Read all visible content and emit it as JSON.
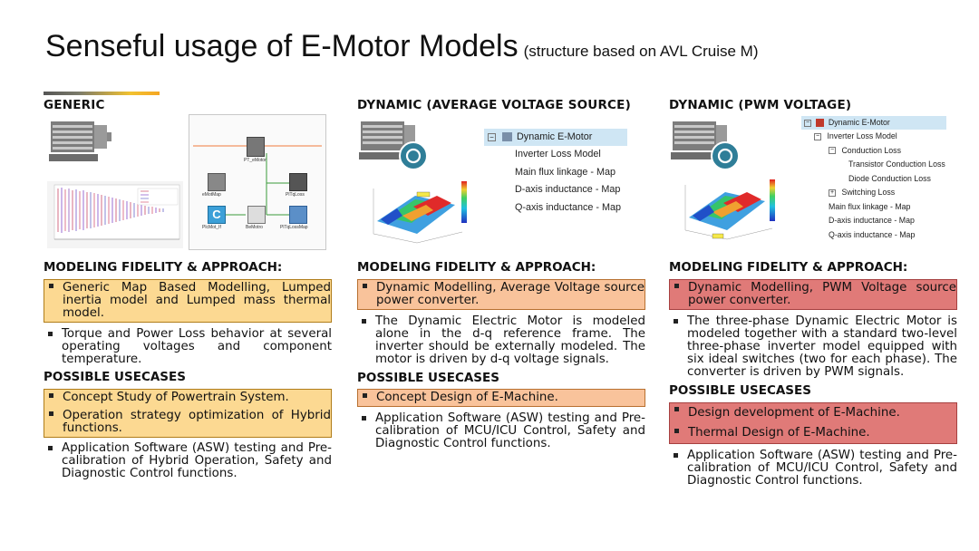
{
  "title": {
    "main": "Senseful usage of E-Motor Models",
    "sub": "(structure based on AVL Cruise M)"
  },
  "columns": {
    "generic": {
      "heading": "GENERIC",
      "fidelity_heading": "MODELING FIDELITY & APPROACH:",
      "fidelity_boxed": [
        "Generic Map Based Modelling, Lumped inertia model and Lumped mass thermal model."
      ],
      "fidelity_plain": [
        "Torque and Power Loss behavior at several operating voltages and component temperature."
      ],
      "usecases_heading": "POSSIBLE USECASES",
      "usecases_boxed": [
        "Concept Study of Powertrain System.",
        "Operation strategy optimization of Hybrid functions."
      ],
      "usecases_plain": [
        "Application Software (ASW) testing and Pre-calibration of Hybrid Operation, Safety and Diagnostic Control functions."
      ],
      "diagram": {
        "blocks": [
          "PT_eMotor",
          "eMotMap",
          "PlTqLoss",
          "PlcMot_If",
          "BeMotro",
          "PlTqLossMap"
        ]
      }
    },
    "avg": {
      "heading": "DYNAMIC (AVERAGE VOLTAGE SOURCE)",
      "fidelity_heading": "MODELING FIDELITY & APPROACH:",
      "fidelity_boxed": [
        "Dynamic Modelling, Average Voltage source power converter."
      ],
      "fidelity_plain": [
        "The Dynamic Electric Motor is modeled alone in the d-q reference frame. The inverter should be externally modeled. The motor is driven by d-q voltage signals."
      ],
      "usecases_heading": "POSSIBLE USECASES",
      "usecases_boxed": [
        "Concept Design of E-Machine."
      ],
      "usecases_plain": [
        "Application Software (ASW) testing and Pre-calibration of MCU/ICU Control, Safety and Diagnostic Control functions."
      ],
      "tree": {
        "root": "Dynamic E-Motor",
        "items": [
          "Inverter Loss Model",
          "Main flux linkage - Map",
          "D-axis inductance - Map",
          "Q-axis inductance - Map"
        ]
      }
    },
    "pwm": {
      "heading": "DYNAMIC (PWM VOLTAGE)",
      "fidelity_heading": "MODELING FIDELITY & APPROACH:",
      "fidelity_boxed": [
        "Dynamic Modelling, PWM Voltage source power converter."
      ],
      "fidelity_plain": [
        "The three-phase Dynamic Electric Motor is modeled together with a standard two-level three-phase inverter model equipped with six ideal switches (two for each phase). The converter is driven by PWM signals."
      ],
      "usecases_heading": "POSSIBLE USECASES",
      "usecases_boxed": [
        "Design development of E-Machine.",
        "Thermal Design of E-Machine."
      ],
      "usecases_plain": [
        "Application Software (ASW) testing and Pre-calibration of MCU/ICU Control, Safety and Diagnostic Control functions."
      ],
      "tree": {
        "root": "Dynamic E-Motor",
        "l1": "Inverter Loss Model",
        "l2": "Conduction Loss",
        "l3a": "Transistor Conduction Loss",
        "l3b": "Diode Conduction Loss",
        "l2b": "Switching Loss",
        "items": [
          "Main flux linkage - Map",
          "D-axis inductance - Map",
          "Q-axis inductance - Map"
        ]
      }
    }
  },
  "colors": {
    "yellow": "#fcd992",
    "peach": "#f9c39b",
    "red": "#e07a78",
    "selection": "#cfe6f4"
  }
}
